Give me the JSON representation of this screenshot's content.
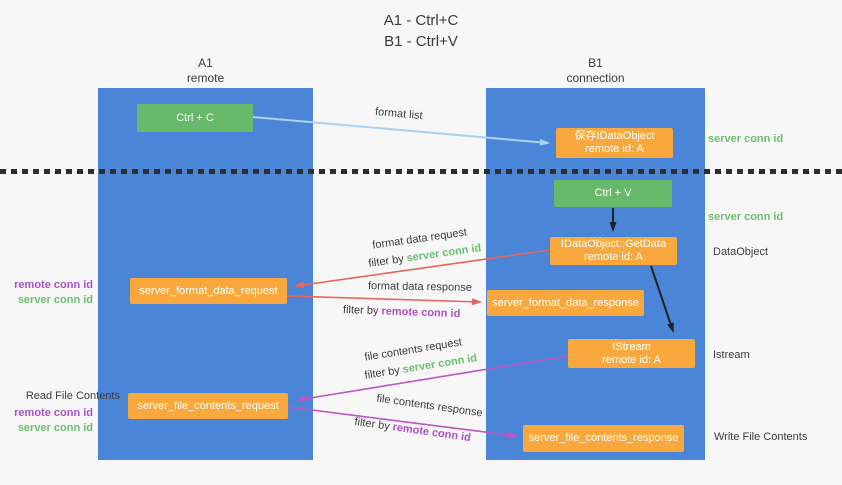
{
  "title": {
    "line1": "A1 - Ctrl+C",
    "line2": "B1 - Ctrl+V"
  },
  "lanes": {
    "left": {
      "name": "A1",
      "role": "remote"
    },
    "right": {
      "name": "B1",
      "role": "connection"
    }
  },
  "nodes": {
    "ctrl_c": {
      "label": "Ctrl + C"
    },
    "ctrl_v": {
      "label": "Ctrl + V"
    },
    "save_idataobject": {
      "line1": "保存IDataObject",
      "line2": "remote id: A"
    },
    "getdata": {
      "line1": "IDataObject::GetData",
      "line2": "remote id: A"
    },
    "istream": {
      "line1": "IStream",
      "line2": "remote id: A"
    },
    "format_request": {
      "label": "server_format_data_request"
    },
    "format_response": {
      "label": "server_format_data_response"
    },
    "file_request": {
      "label": "server_file_contents_request"
    },
    "file_response": {
      "label": "server_file_contents_response"
    }
  },
  "flow_labels": {
    "format_list": "format list",
    "format_data_request": "format data request",
    "format_data_response": "format data response",
    "file_contents_request": "file contents request",
    "file_contents_response": "file contents response",
    "filter_by": "filter by",
    "server_conn_id": "server conn id",
    "remote_conn_id": "remote conn id"
  },
  "annotations": {
    "left_format": {
      "remote": "remote conn id",
      "server": "server conn id"
    },
    "read_file_contents": "Read File Contents",
    "left_file": {
      "remote": "remote conn id",
      "server": "server conn id"
    },
    "server_conn_id_top": "server conn id",
    "server_conn_id_mid": "server conn id",
    "dataobject": "DataObject",
    "istream": "Istream",
    "write_file_contents": "Write File Contents"
  },
  "colors": {
    "lane_blue": "#4a85d8",
    "node_green": "#68ba6b",
    "node_orange": "#f9a83d",
    "arrow_lightblue": "#a9d3f2",
    "arrow_red": "#e8645f",
    "arrow_magenta": "#bd55c5",
    "arrow_black": "#222222",
    "text_green": "#6cbf70",
    "text_purple": "#b14ec8",
    "background": "#f7f7f7"
  }
}
